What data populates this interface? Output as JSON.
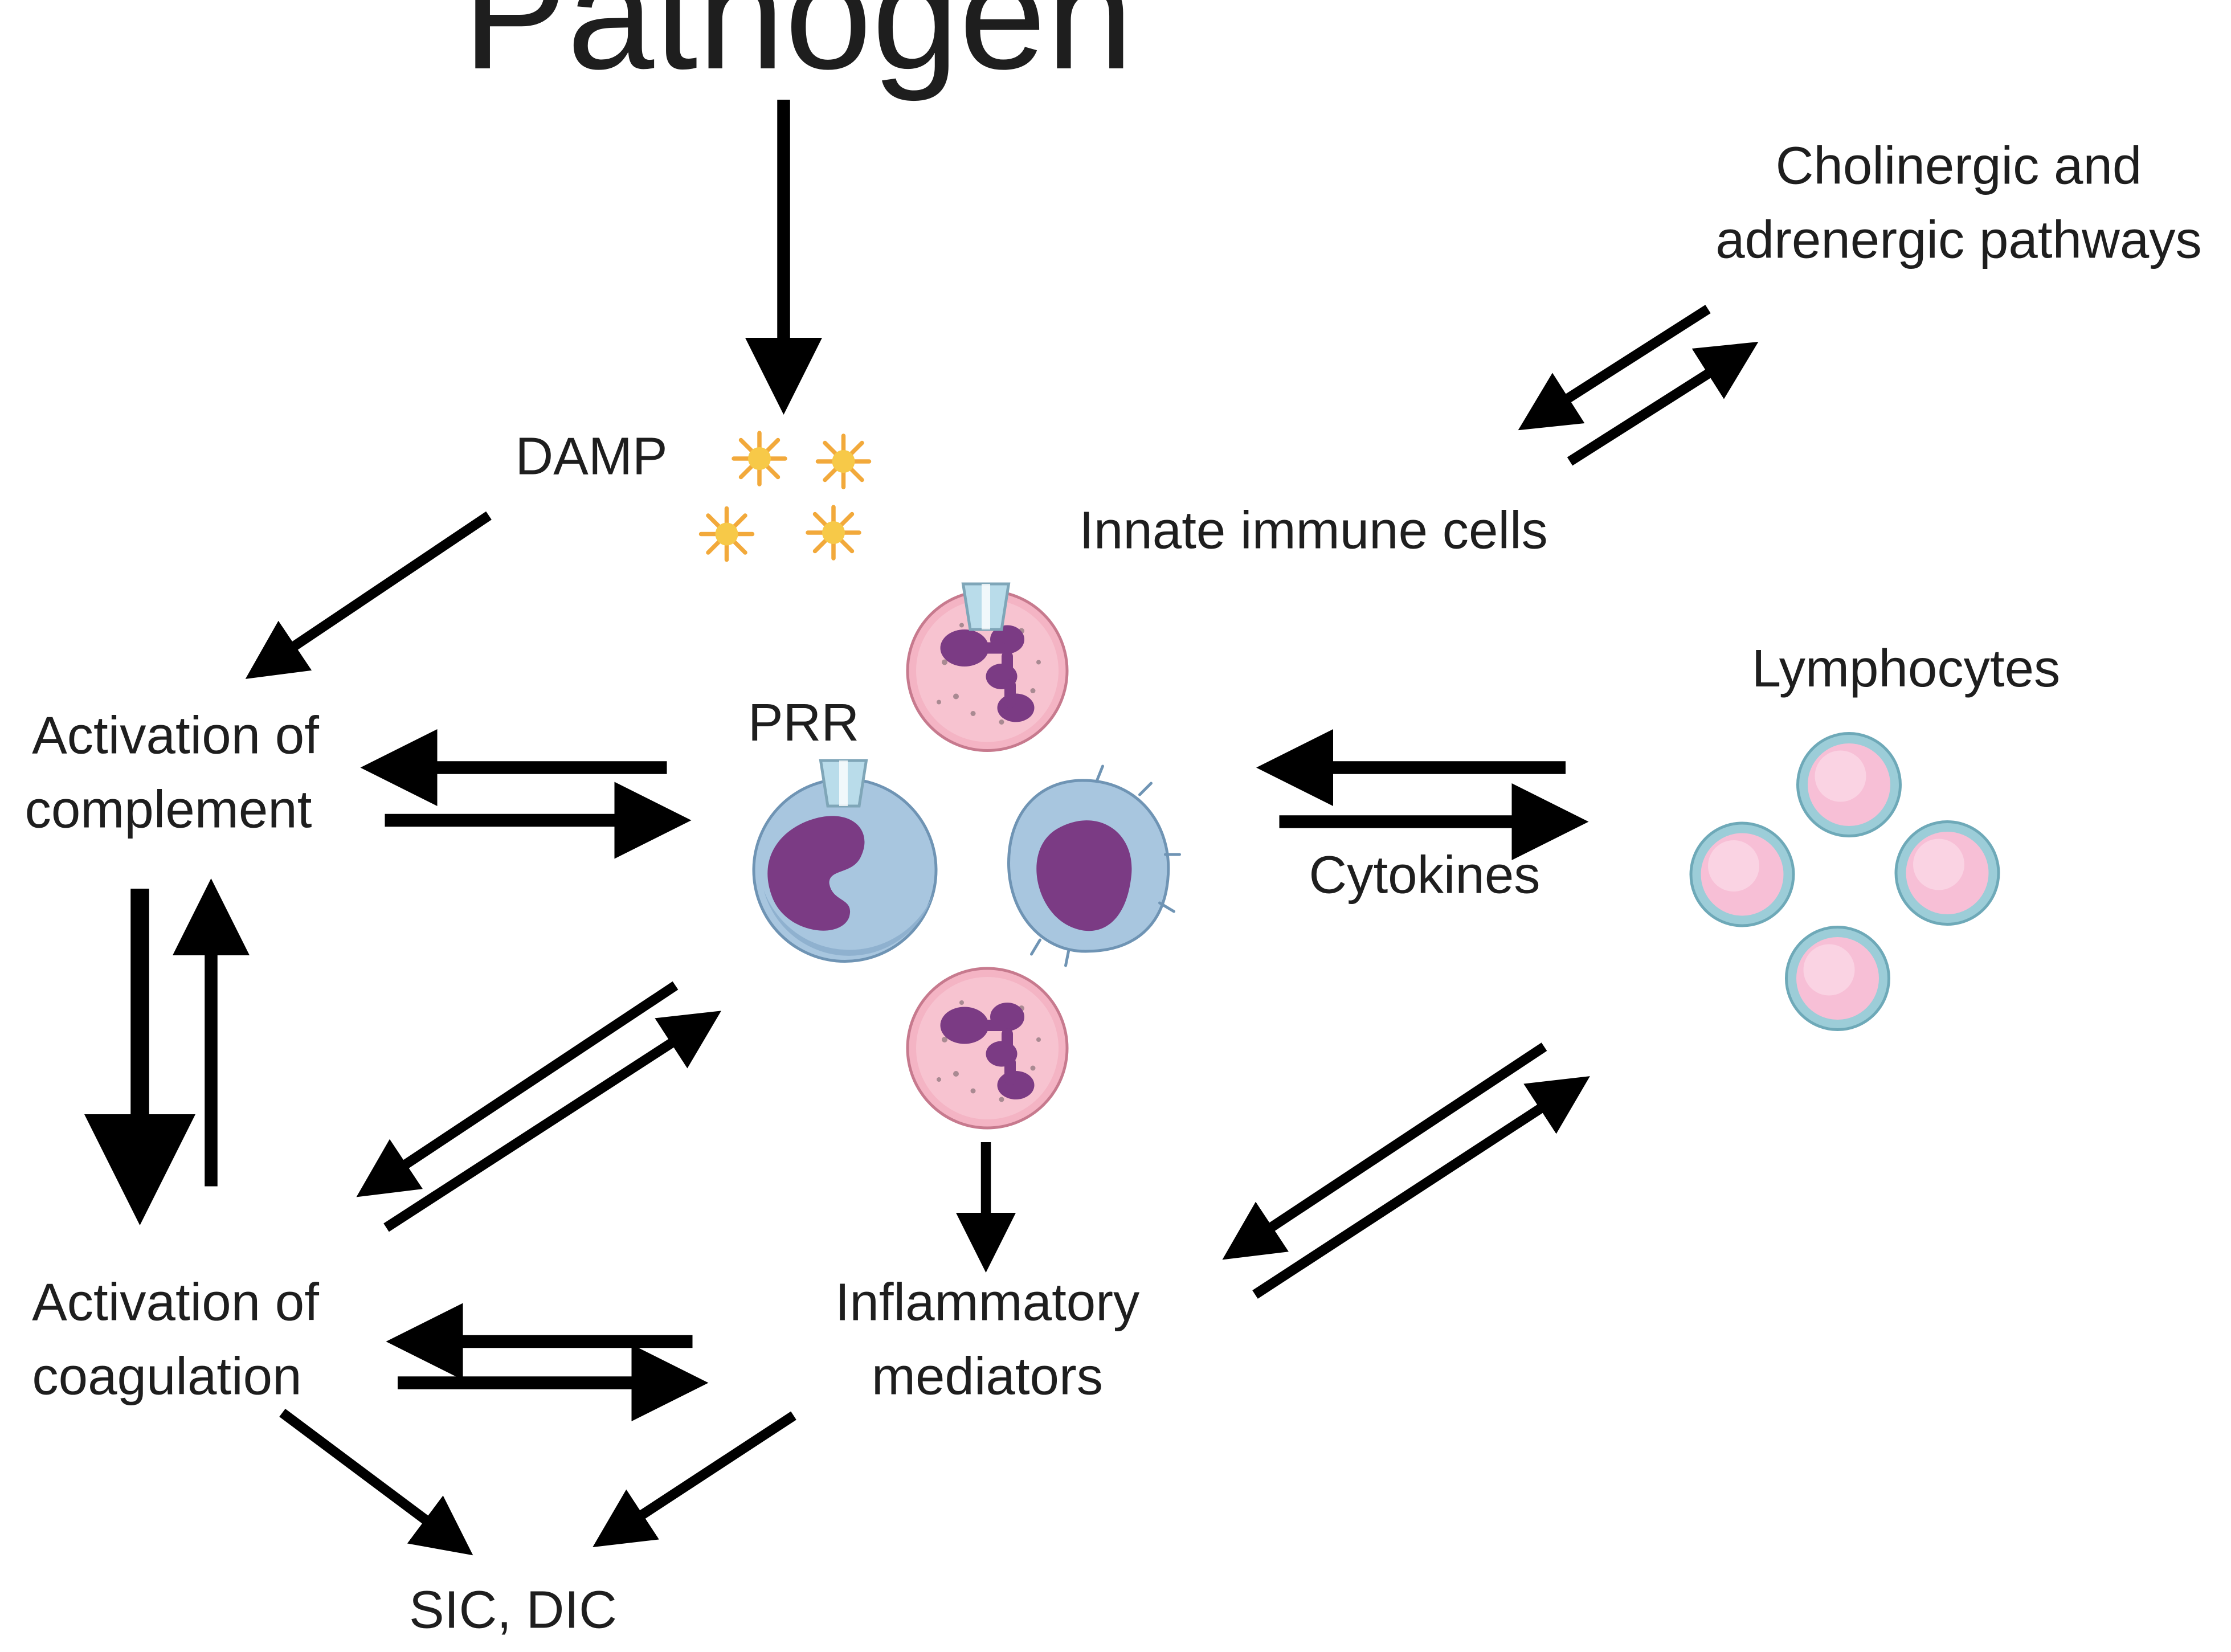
{
  "labels": {
    "pathogen": "Pathogen",
    "damp": "DAMP",
    "cholinergic_line1": "Cholinergic and",
    "cholinergic_line2": "adrenergic pathways",
    "innate_cells": "Innate immune cells",
    "prr": "PRR",
    "lymphocytes": "Lymphocytes",
    "cytokines": "Cytokines",
    "complement_line1": "Activation of",
    "complement_line2": "complement",
    "coagulation_line1": "Activation of",
    "coagulation_line2": "coagulation",
    "inflammatory_line1": "Inflammatory",
    "inflammatory_line2": "mediators",
    "sic_dic": "SIC, DIC"
  },
  "colors": {
    "arrow": "#000000",
    "text": "#1e1e1e",
    "damp_star": "#f5b52e",
    "neutrophil_cytoplasm": "#f4b4c4",
    "nucleus": "#7b3b84",
    "monocyte_cytoplasm": "#a8c6df",
    "lymphocyte_fill": "#f7bfd6",
    "lymphocyte_ring": "#9ccdd8",
    "receptor": "#b9dcea"
  },
  "icons": [
    "pathogen-damp-stars",
    "neutrophil-icon",
    "monocyte-icon",
    "macrophage-icon",
    "lymphocyte-icon",
    "receptor-icon"
  ]
}
